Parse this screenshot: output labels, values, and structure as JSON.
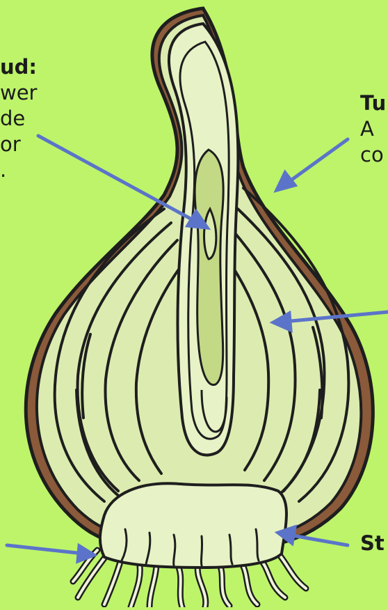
{
  "diagram": {
    "title": "",
    "labels": {
      "bud": {
        "heading": "ud:",
        "lines": [
          "wer",
          "de",
          "or",
          "."
        ]
      },
      "tunic": {
        "heading": "Tu",
        "lines": [
          "A",
          "co"
        ]
      },
      "stem": {
        "heading": "St"
      }
    },
    "colors": {
      "background": "#bdf46a",
      "outline": "#1e1e1e",
      "arrow": "#5b74c9",
      "bulb_flesh": "#dcecb0",
      "bulb_light": "#e7f2c6",
      "bud": "#c3d985",
      "skin": "#8a5a3a",
      "roots": "#f0f3dc"
    }
  }
}
